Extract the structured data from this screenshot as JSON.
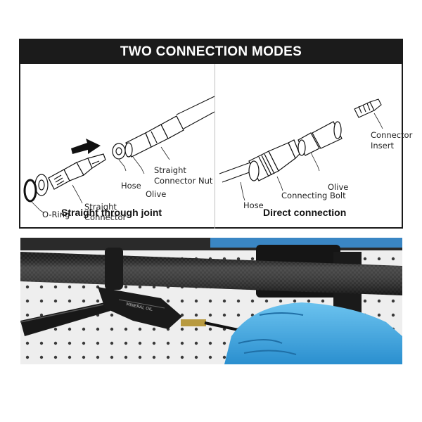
{
  "title": "TWO CONNECTION MODES",
  "left_panel": {
    "labels": {
      "o_ring": "O-Ring",
      "straight_connector_line1": "Straight",
      "straight_connector_line2": "Connector",
      "hose": "Hose",
      "olive": "Olive",
      "nut_line1": "Straight",
      "nut_line2": "Connector Nut"
    },
    "caption": "Straight through joint"
  },
  "right_panel": {
    "labels": {
      "connector_insert_line1": "Connector",
      "connector_insert_line2": "Insert",
      "olive": "Olive",
      "connecting_bolt": "Connecting Bolt",
      "hose": "Hose"
    },
    "caption": "Direct connection"
  },
  "photo": {
    "lever_text": "MINERAL OIL"
  },
  "colors": {
    "title_bg": "#1b1b1b",
    "glove": "#3fa7e0",
    "handlebar": "#1e1e1e",
    "pegboard": "#eeeeee"
  }
}
